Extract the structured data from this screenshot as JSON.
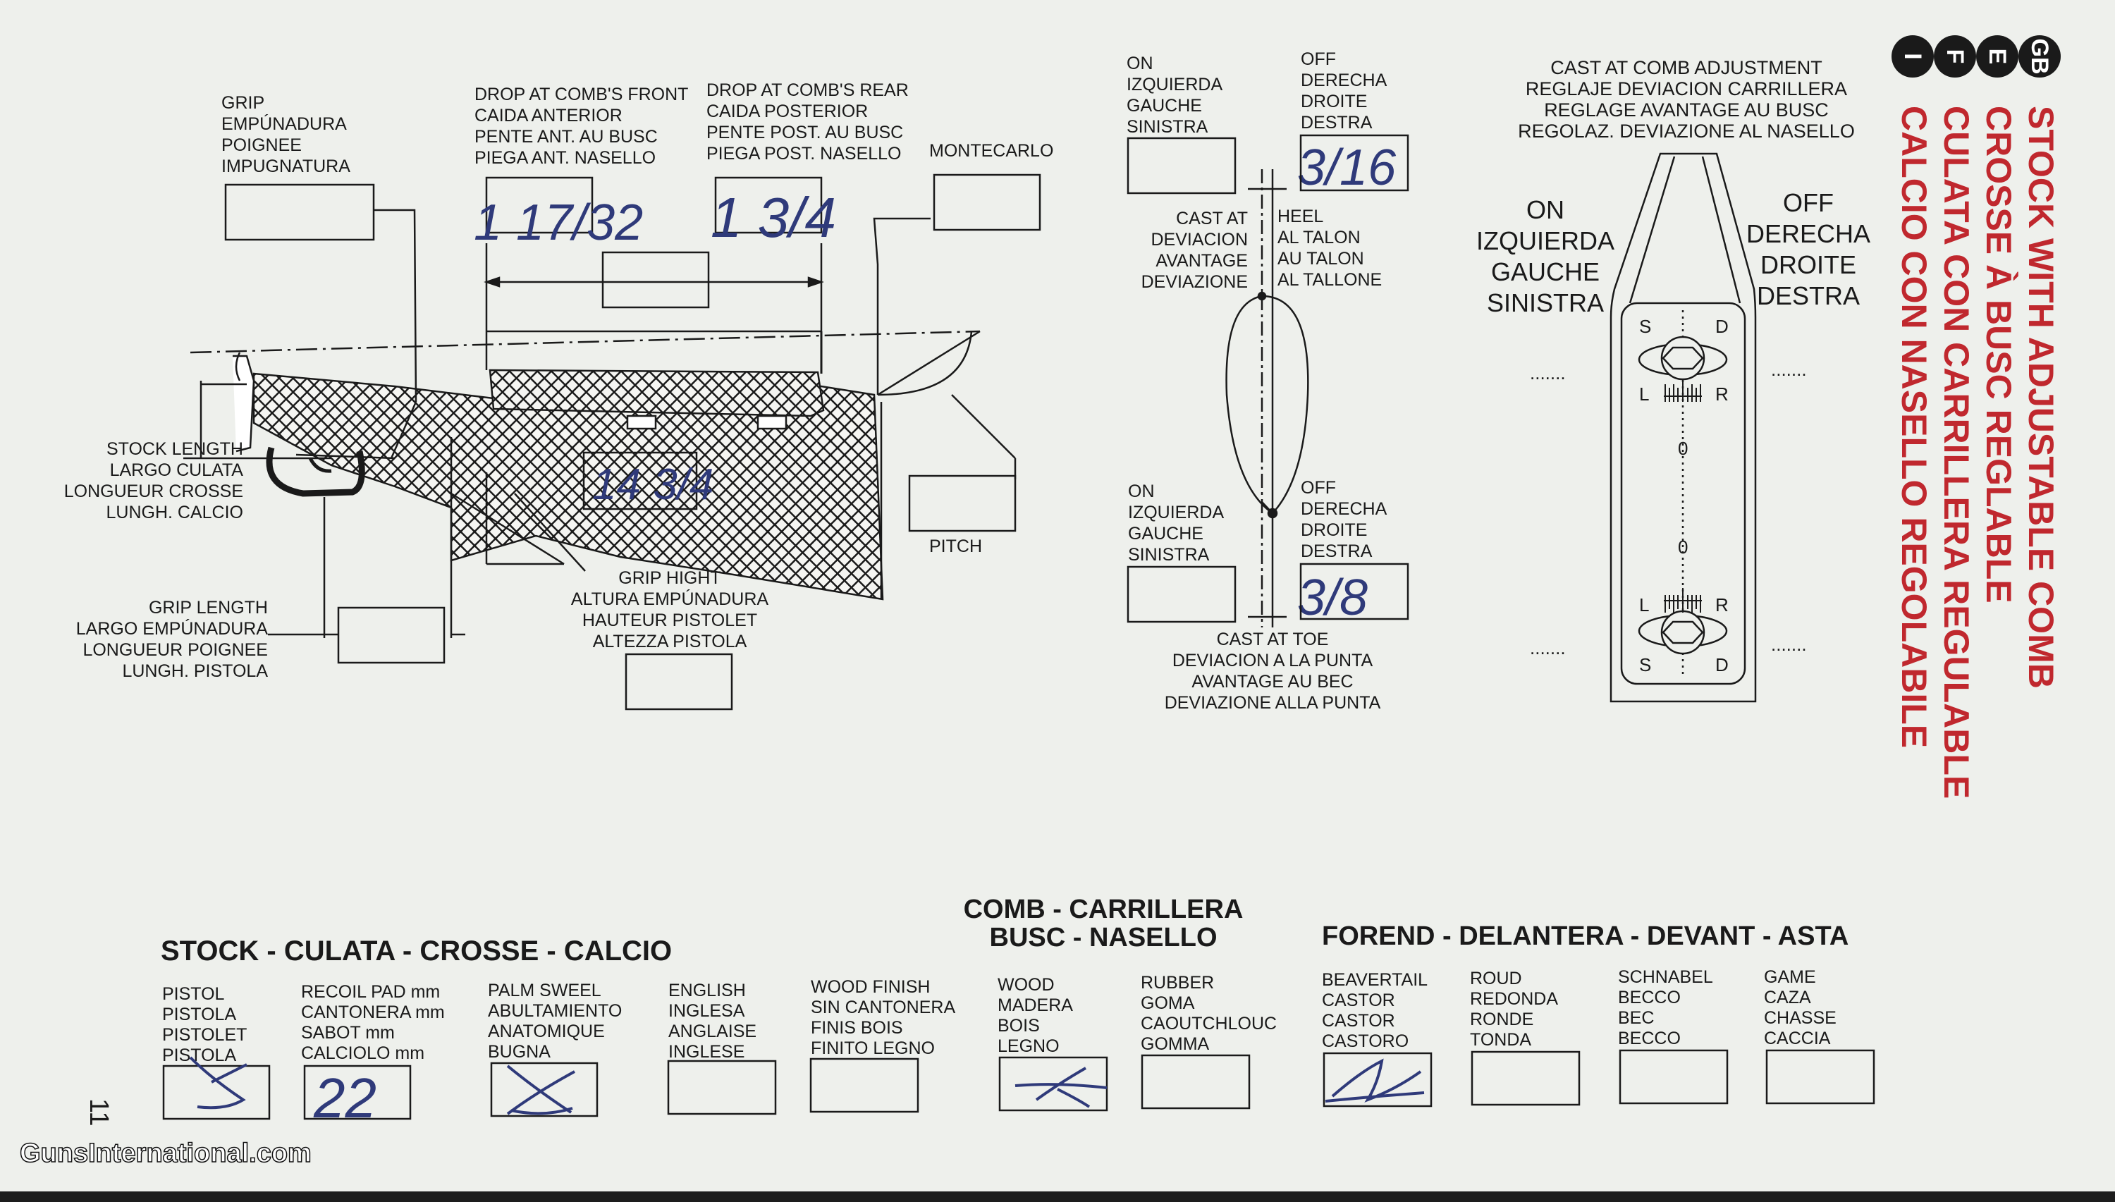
{
  "side_headings": [
    {
      "badge": "GB",
      "text": "STOCK WITH ADJUSTABLE COMB"
    },
    {
      "badge": "E",
      "text": "CROSSE À BUSC REGLABLE"
    },
    {
      "badge": "F",
      "text": "CULATA CON CARRILLERA REGULABLE"
    },
    {
      "badge": "I",
      "text": "CALCIO CON NASELLO REGOLABILE"
    }
  ],
  "stock_diagram": {
    "grip": [
      "GRIP",
      "EMPÚNADURA",
      "POIGNEE",
      "IMPUGNATURA"
    ],
    "drop_front": [
      "DROP AT COMB'S FRONT",
      "CAIDA ANTERIOR",
      "PENTE ANT. AU BUSC",
      "PIEGA ANT. NASELLO"
    ],
    "drop_front_value": "1 17/32",
    "drop_rear": [
      "DROP AT COMB'S REAR",
      "CAIDA POSTERIOR",
      "PENTE POST. AU BUSC",
      "PIEGA POST. NASELLO"
    ],
    "drop_rear_value": "1 3/4",
    "montecarlo": "MONTECARLO",
    "stock_length": [
      "STOCK LENGTH",
      "LARGO CULATA",
      "LONGUEUR CROSSE",
      "LUNGH. CALCIO"
    ],
    "stock_length_value": "14 3/4",
    "pitch": "PITCH",
    "grip_length": [
      "GRIP LENGTH",
      "LARGO EMPÚNADURA",
      "LONGUEUR POIGNEE",
      "LUNGH. PISTOLA"
    ],
    "grip_height": [
      "GRIP HIGHT",
      "ALTURA EMPÚNADURA",
      "HAUTEUR PISTOLET",
      "ALTEZZA PISTOLA"
    ]
  },
  "cast_diagram": {
    "on_top": [
      "ON",
      "IZQUIERDA",
      "GAUCHE",
      "SINISTRA"
    ],
    "off_top": [
      "OFF",
      "DERECHA",
      "DROITE",
      "DESTRA"
    ],
    "heel_value": "3/16",
    "cast_at_heel_left": [
      "CAST AT",
      "DEVIACION",
      "AVANTAGE",
      "DEVIAZIONE"
    ],
    "cast_at_heel_right": [
      "HEEL",
      "AL TALON",
      "AU TALON",
      "AL TALLONE"
    ],
    "on_bottom": [
      "ON",
      "IZQUIERDA",
      "GAUCHE",
      "SINISTRA"
    ],
    "off_bottom": [
      "OFF",
      "DERECHA",
      "DROITE",
      "DESTRA"
    ],
    "toe_value": "3/8",
    "cast_at_toe": [
      "CAST AT TOE",
      "DEVIACION A LA PUNTA",
      "AVANTAGE AU BEC",
      "DEVIAZIONE ALLA PUNTA"
    ]
  },
  "comb_adjust": {
    "title": [
      "CAST AT COMB ADJUSTMENT",
      "REGLAJE DEVIACION CARRILLERA",
      "REGLAGE AVANTAGE AU BUSC",
      "REGOLAZ. DEVIAZIONE AL NASELLO"
    ],
    "left": [
      "ON",
      "IZQUIERDA",
      "GAUCHE",
      "SINISTRA"
    ],
    "right": [
      "OFF",
      "DERECHA",
      "DROITE",
      "DESTRA"
    ],
    "dots": ".......",
    "s": "S",
    "d": "D",
    "l": "L",
    "r": "R",
    "zero": "0"
  },
  "options": {
    "stock_heading": "STOCK - CULATA - CROSSE - CALCIO",
    "comb_heading": [
      "COMB - CARRILLERA",
      "BUSC - NASELLO"
    ],
    "forend_heading": "FOREND - DELANTERA - DEVANT - ASTA",
    "stock_items": [
      {
        "lines": [
          "PISTOL",
          "PISTOLA",
          "PISTOLET",
          "PISTOLA"
        ],
        "checked": true
      },
      {
        "lines": [
          "RECOIL PAD mm",
          "CANTONERA mm",
          "SABOT mm",
          "CALCIOLO mm"
        ],
        "value": "22"
      },
      {
        "lines": [
          "PALM SWEEL",
          "ABULTAMIENTO",
          "ANATOMIQUE",
          "BUGNA"
        ],
        "checked": true
      },
      {
        "lines": [
          "ENGLISH",
          "INGLESA",
          "ANGLAISE",
          "INGLESE"
        ],
        "checked": false
      },
      {
        "lines": [
          "WOOD FINISH",
          "SIN CANTONERA",
          "FINIS BOIS",
          "FINITO LEGNO"
        ],
        "checked": false
      }
    ],
    "comb_items": [
      {
        "lines": [
          "WOOD",
          "MADERA",
          "BOIS",
          "LEGNO"
        ],
        "checked": true
      },
      {
        "lines": [
          "RUBBER",
          "GOMA",
          "CAOUTCHLOUC",
          "GOMMA"
        ],
        "checked": false
      }
    ],
    "forend_items": [
      {
        "lines": [
          "BEAVERTAIL",
          "CASTOR",
          "CASTOR",
          "CASTORO"
        ],
        "checked": true
      },
      {
        "lines": [
          "ROUD",
          "REDONDA",
          "RONDE",
          "TONDA"
        ],
        "checked": false
      },
      {
        "lines": [
          "SCHNABEL",
          "BECCO",
          "BEC",
          "BECCO"
        ],
        "checked": false
      },
      {
        "lines": [
          "GAME",
          "CAZA",
          "CHASSE",
          "CACCIA"
        ],
        "checked": false
      }
    ]
  },
  "page_number": "11",
  "watermark": "GunsInternational.com",
  "colors": {
    "paper": "#f0f1ee",
    "ink": "#1a1a1a",
    "red": "#c0282e",
    "pen": "#2f3a7a",
    "background": "#1d1d1d"
  }
}
